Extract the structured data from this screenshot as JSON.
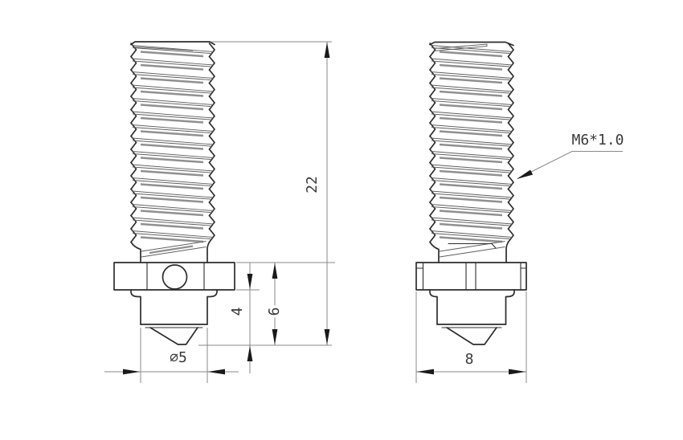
{
  "drawing": {
    "dims": {
      "overall_length": "22",
      "lower_section_height": "6",
      "tip_section_height": "4",
      "tip_diameter": "⌀5",
      "hex_width": "8",
      "thread_spec": "M6*1.0"
    },
    "colors": {
      "background": "#ffffff",
      "line": "#2d2d2d",
      "thread_line": "#5f5f5f",
      "shade": "#909090",
      "dim_line": "#8a8a8a",
      "arrow": "#1a1a1a",
      "text": "#3a3a3a"
    }
  }
}
